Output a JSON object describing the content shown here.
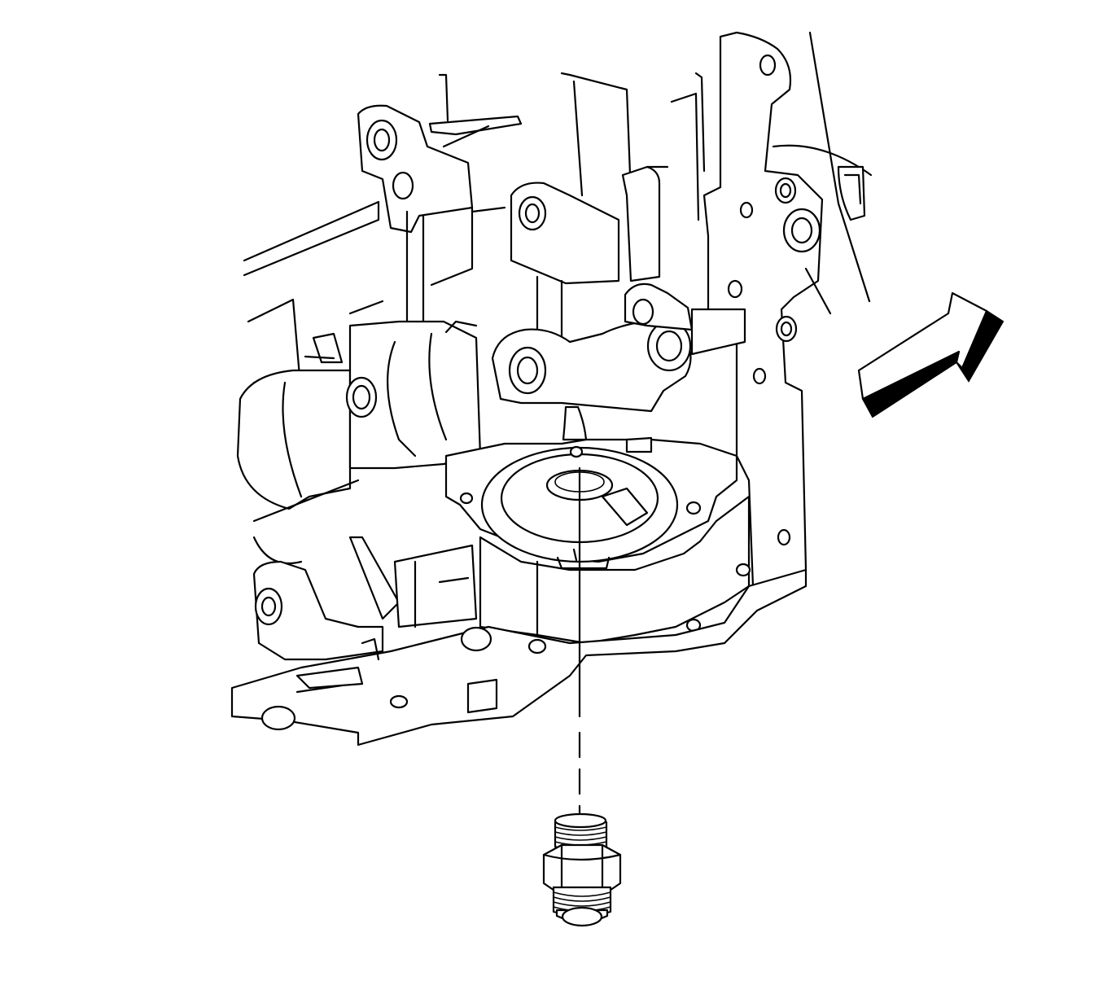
{
  "diagram": {
    "components": [
      {
        "name": "engine-block",
        "icon": "engine-block-line-art"
      },
      {
        "name": "mounting-flange",
        "icon": "oil-filter-mounting-flange"
      },
      {
        "name": "threaded-fitting",
        "icon": "threaded-fitting-adapter"
      },
      {
        "name": "direction-arrow",
        "icon": "front-of-vehicle-arrow"
      }
    ],
    "colors": {
      "line": "#000000",
      "background": "#ffffff"
    }
  }
}
